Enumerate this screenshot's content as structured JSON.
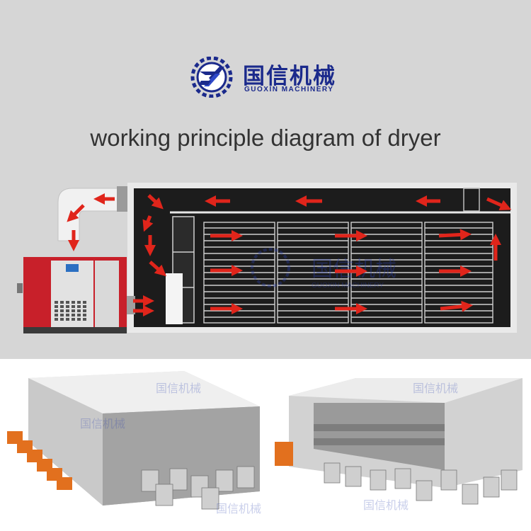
{
  "brand": {
    "name_cn": "国信机械",
    "name_en": "GUOXIN MACHINERY",
    "logo_letters": "GX",
    "color": "#1b2a8c"
  },
  "title": "working principle diagram of dryer",
  "colors": {
    "background": "#d6d6d6",
    "chamber": "#1c1c1c",
    "heat_pump": "#c8202a",
    "arrow": "#e0251b"
  },
  "watermark": {
    "text_cn": "国信机械",
    "text_en": "GUOXIN MACHINERY"
  },
  "photos": [
    {
      "name": "dryer-room-left",
      "view": "open drying room with side heat pumps and trolleys"
    },
    {
      "name": "dryer-room-right",
      "view": "open drying room with rear heat pumps and trolleys"
    }
  ]
}
